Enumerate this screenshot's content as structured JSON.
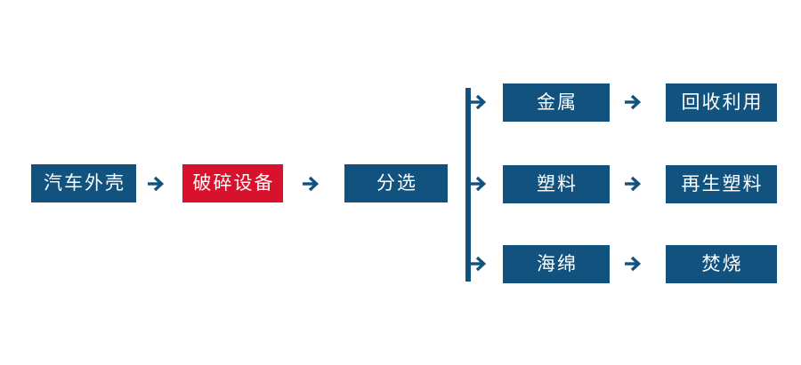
{
  "diagram": {
    "type": "flowchart",
    "colors": {
      "primary": "#12527F",
      "highlight": "#D8122D",
      "text": "#FFFFFF",
      "background": "#FFFFFF"
    },
    "main_flow": {
      "source": "汽车外壳",
      "process": "破碎设备",
      "sorting": "分选"
    },
    "branches": [
      {
        "material": "金属",
        "disposal": "回收利用"
      },
      {
        "material": "塑料",
        "disposal": "再生塑料"
      },
      {
        "material": "海绵",
        "disposal": "焚烧"
      }
    ]
  }
}
